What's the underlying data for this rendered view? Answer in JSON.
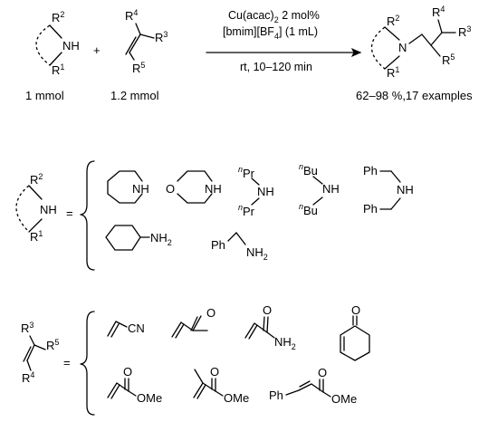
{
  "reaction": {
    "reagent_line1": "Cu(acac)",
    "reagent_line1_sub": "2",
    "reagent_line1_rest": " 2 mol%",
    "reagent_line2_a": "[bmim][BF",
    "reagent_line2_sub": "4",
    "reagent_line2_b": "] (1 mL)",
    "condition": "rt, 10–120 min",
    "plus": "+",
    "amine_amount": "1 mmol",
    "alkene_amount": "1.2 mmol",
    "yield_text": "62–98 %,17 examples"
  },
  "labels": {
    "R": "R",
    "r1": "1",
    "r2": "2",
    "r3": "3",
    "r4": "4",
    "r5": "5",
    "N": "N",
    "NH": "NH",
    "NH2": "NH",
    "two": "2",
    "O": "O",
    "H": "H",
    "equals": "=",
    "n": "n",
    "Pr": "Pr",
    "Bu": "Bu",
    "Ph": "Ph",
    "CN": "CN",
    "OMe": "OMe"
  }
}
